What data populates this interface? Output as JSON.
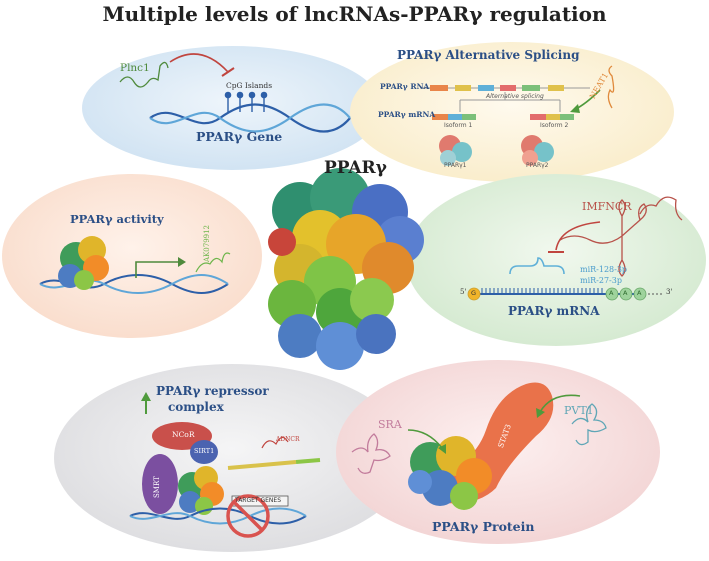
{
  "title": "Multiple levels of lncRNAs-PPARγ regulation",
  "center": {
    "label": "PPARγ"
  },
  "gene_panel": {
    "lncrna": "Plnc1",
    "cpg": "CpG Islands",
    "label": "PPARγ Gene"
  },
  "splicing_panel": {
    "title": "PPARγ Alternative Splicing",
    "rna_label": "PPARγ RNA",
    "mrna_label": "PPARγ mRNA",
    "splicing_note": "Alternative splicing",
    "isoform1": "Isoform 1",
    "isoform2": "Isoform 2",
    "lncrna": "NEAT1",
    "protein1": "PPARγ1",
    "protein2": "PPARγ2"
  },
  "activity_panel": {
    "title": "PPARγ activity",
    "lncrna": "AK079912"
  },
  "mrna_panel": {
    "lncrna": "IMFNCR",
    "mirna1": "miR-128-3p",
    "mirna2": "miR-27-3p",
    "five_prime": "5'",
    "three_prime": "3'",
    "cap": "G",
    "polya": [
      "A",
      "A",
      "A"
    ],
    "label": "PPARγ mRNA"
  },
  "repressor_panel": {
    "title_line1": "PPARγ repressor",
    "title_line2": "complex",
    "ncor": "NCoR",
    "sirt1": "SIRT1",
    "smrt": "SMRT",
    "lncrna": "ADNCR",
    "target": "TARGET GENES"
  },
  "protein_panel": {
    "sra": "SRA",
    "pvt1": "PVT1",
    "stat3": "STAT3",
    "label": "PPARγ Protein"
  },
  "colors": {
    "blue_blob": "#dbe9f5",
    "yellow_blob": "#fbf1d8",
    "peach_blob": "#fbe4d8",
    "green_blob": "#deefdc",
    "grey_blob": "#e6e6e8",
    "pink_blob": "#f8dede",
    "dna_blue": "#2d5fa8",
    "inhibit_red": "#c0453f",
    "label_blue": "#2b4f86"
  }
}
